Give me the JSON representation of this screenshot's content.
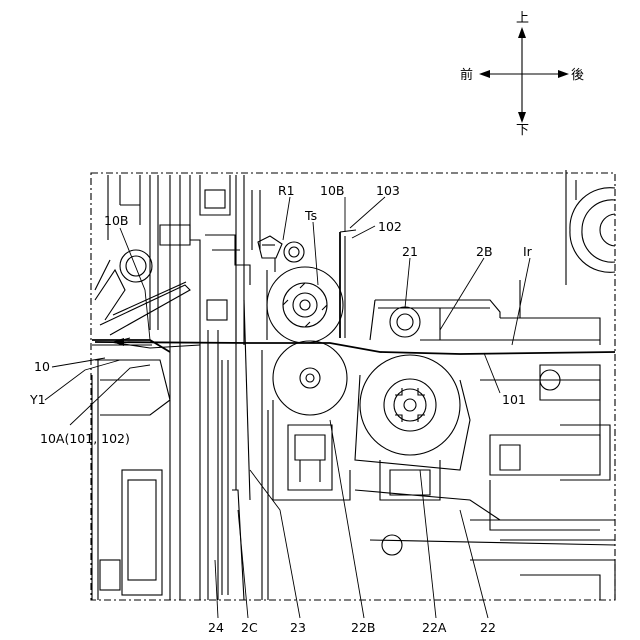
{
  "compass": {
    "up": "上",
    "down": "下",
    "front": "前",
    "back": "後"
  },
  "labels": {
    "r1": "R1",
    "b10_top": "10B",
    "n103": "103",
    "ts": "Ts",
    "n102": "102",
    "n21": "21",
    "b2": "2B",
    "ir": "Ir",
    "b10_left": "10B",
    "n10": "10",
    "y1": "Y1",
    "a10": "10A(101, 102)",
    "n101": "101",
    "n24": "24",
    "c2": "2C",
    "n23": "23",
    "b22": "22B",
    "a22": "22A",
    "n22": "22"
  }
}
